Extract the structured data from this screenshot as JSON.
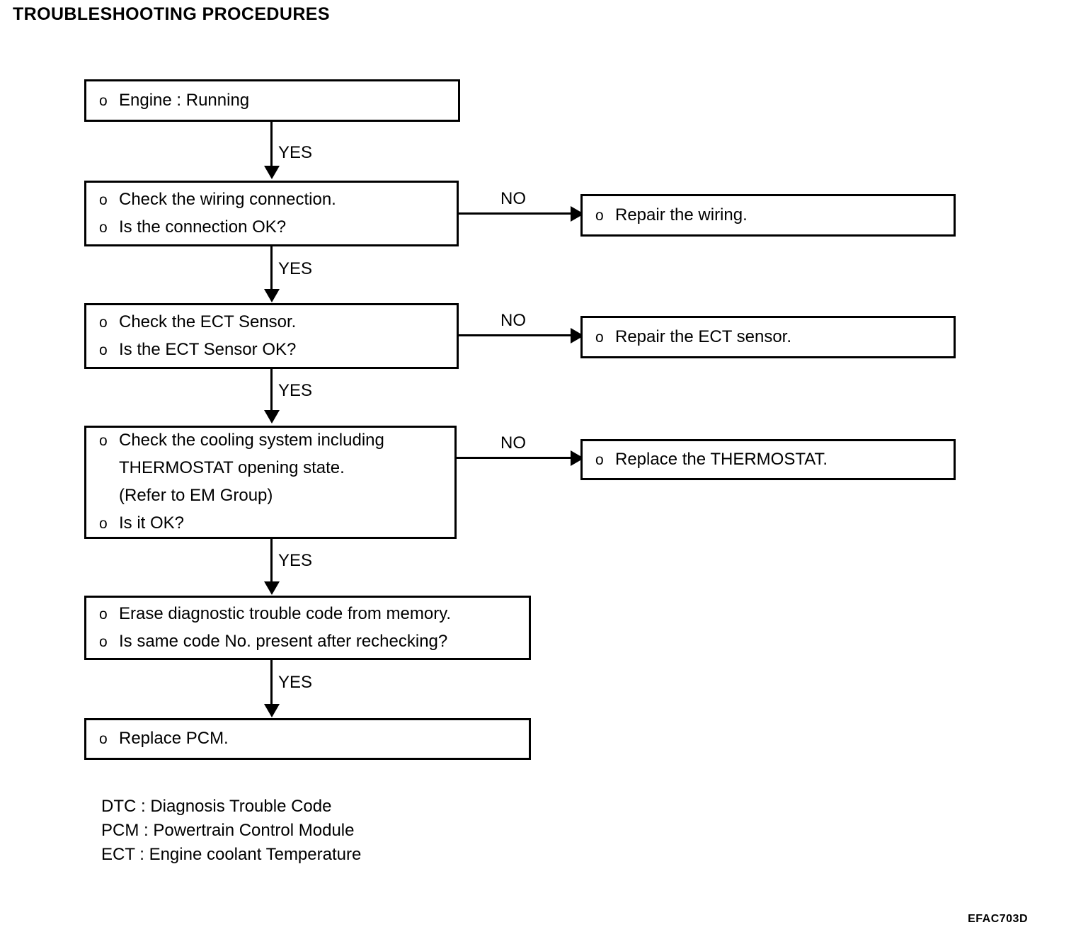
{
  "page_title": "TROUBLESHOOTING PROCEDURES",
  "figure_code": "EFAC703D",
  "bullet_symbol": "o",
  "edge_labels": {
    "yes": "YES",
    "no": "NO"
  },
  "flow": {
    "main_steps": [
      {
        "id": "engine-running",
        "lines": [
          {
            "bullet": true,
            "text": "Engine : Running"
          }
        ]
      },
      {
        "id": "check-wiring",
        "lines": [
          {
            "bullet": true,
            "text": "Check the wiring connection."
          },
          {
            "bullet": true,
            "text": "Is the connection OK?"
          }
        ]
      },
      {
        "id": "check-ect-sensor",
        "lines": [
          {
            "bullet": true,
            "text": "Check the ECT Sensor."
          },
          {
            "bullet": true,
            "text": "Is the ECT Sensor OK?"
          }
        ]
      },
      {
        "id": "check-cooling-system",
        "lines": [
          {
            "bullet": true,
            "text": "Check the cooling system including"
          },
          {
            "bullet": false,
            "text": "THERMOSTAT opening state."
          },
          {
            "bullet": false,
            "text": "(Refer to EM Group)"
          },
          {
            "bullet": true,
            "text": "Is it OK?"
          }
        ]
      },
      {
        "id": "erase-dtc",
        "lines": [
          {
            "bullet": true,
            "text": "Erase diagnostic trouble code from memory."
          },
          {
            "bullet": true,
            "text": "Is same code No. present after rechecking?"
          }
        ]
      },
      {
        "id": "replace-pcm",
        "lines": [
          {
            "bullet": true,
            "text": "Replace PCM."
          }
        ]
      }
    ],
    "branch_steps": [
      {
        "id": "repair-wiring",
        "lines": [
          {
            "bullet": true,
            "text": "Repair the wiring."
          }
        ]
      },
      {
        "id": "repair-ect-sensor",
        "lines": [
          {
            "bullet": true,
            "text": "Repair the ECT sensor."
          }
        ]
      },
      {
        "id": "replace-thermostat",
        "lines": [
          {
            "bullet": true,
            "text": "Replace the THERMOSTAT."
          }
        ]
      }
    ]
  },
  "legend": [
    "DTC : Diagnosis Trouble Code",
    "PCM : Powertrain Control Module",
    "ECT : Engine coolant Temperature"
  ]
}
